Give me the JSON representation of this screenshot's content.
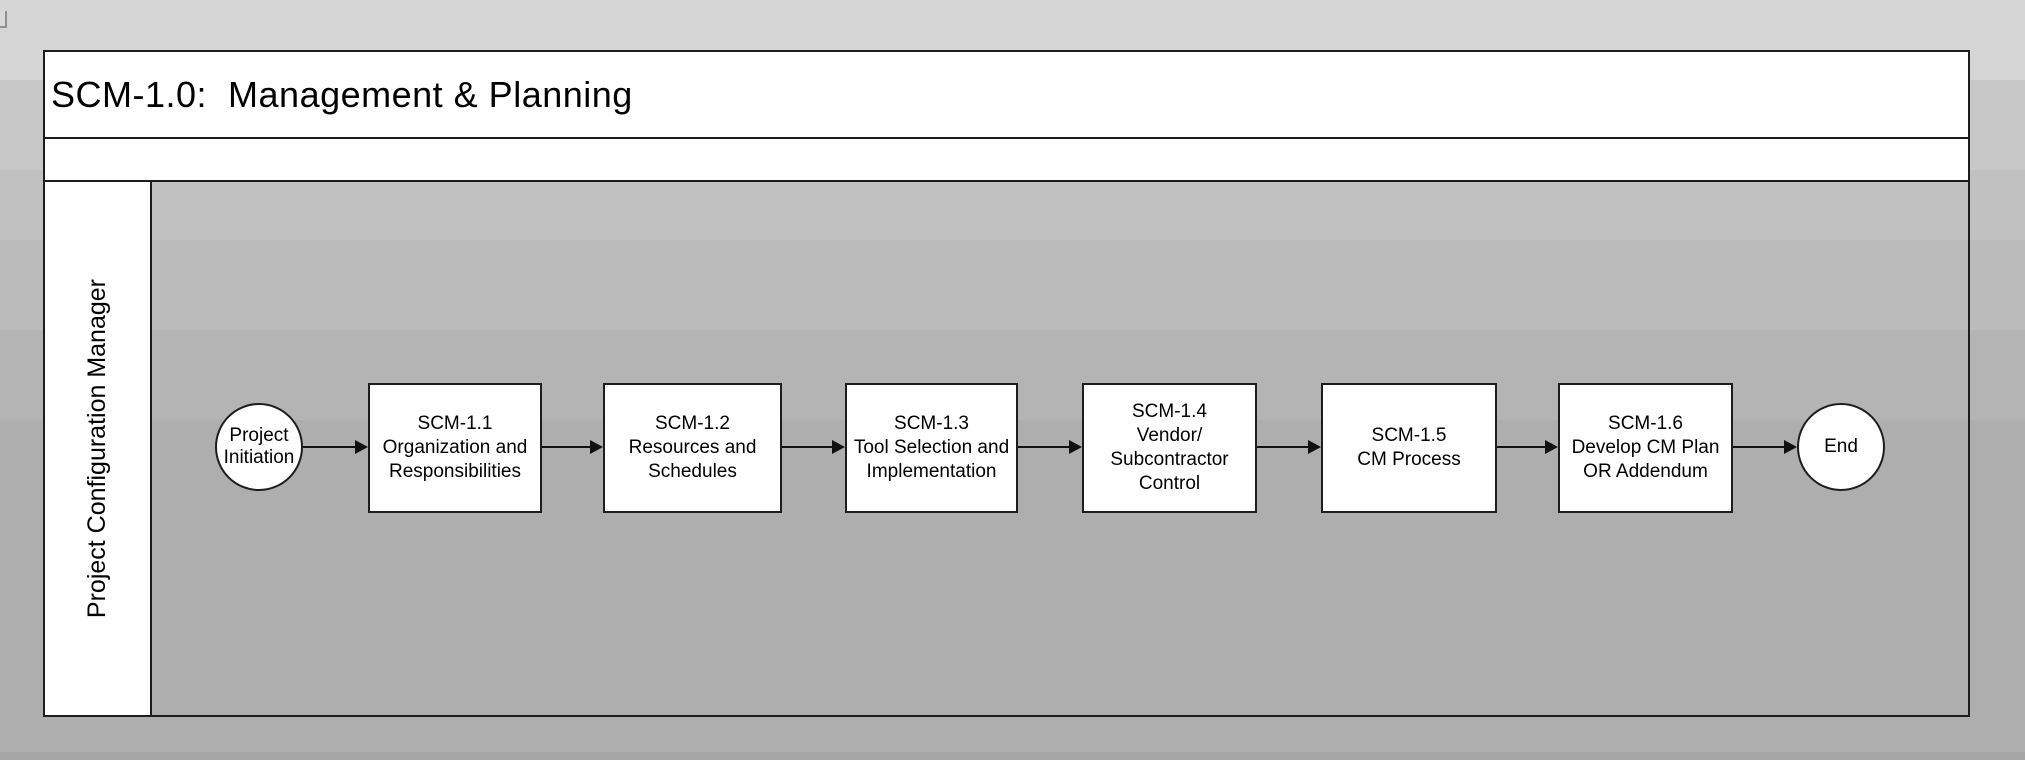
{
  "diagram": {
    "title": "SCM-1.0:  Management & Planning",
    "lane_label": "Project Configuration Manager",
    "start": {
      "id": "start",
      "label": "Project\nInitiation"
    },
    "end": {
      "id": "end",
      "label": "End"
    },
    "nodes": [
      {
        "id": "SCM-1.1",
        "label": "SCM-1.1\nOrganization and\nResponsibilities"
      },
      {
        "id": "SCM-1.2",
        "label": "SCM-1.2\nResources and\nSchedules"
      },
      {
        "id": "SCM-1.3",
        "label": "SCM-1.3\nTool Selection and\nImplementation"
      },
      {
        "id": "SCM-1.4",
        "label": "SCM-1.4\nVendor/\nSubcontractor\nControl"
      },
      {
        "id": "SCM-1.5",
        "label": "SCM-1.5\nCM Process"
      },
      {
        "id": "SCM-1.6",
        "label": "SCM-1.6\nDevelop CM Plan\nOR Addendum"
      }
    ],
    "edges": [
      {
        "from": "start",
        "to": "SCM-1.1"
      },
      {
        "from": "SCM-1.1",
        "to": "SCM-1.2"
      },
      {
        "from": "SCM-1.2",
        "to": "SCM-1.3"
      },
      {
        "from": "SCM-1.3",
        "to": "SCM-1.4"
      },
      {
        "from": "SCM-1.4",
        "to": "SCM-1.5"
      },
      {
        "from": "SCM-1.5",
        "to": "SCM-1.6"
      },
      {
        "from": "SCM-1.6",
        "to": "end"
      }
    ],
    "colors": {
      "shape_fill": "#ffffff",
      "shape_border": "#1d1d1d",
      "text": "#000000",
      "background_bands": [
        "#d5d5d5",
        "#c8c8c8",
        "#c1c1c1",
        "#bbbbbb",
        "#b4b4b4",
        "#aeaeae",
        "#a6a6a6"
      ]
    }
  }
}
